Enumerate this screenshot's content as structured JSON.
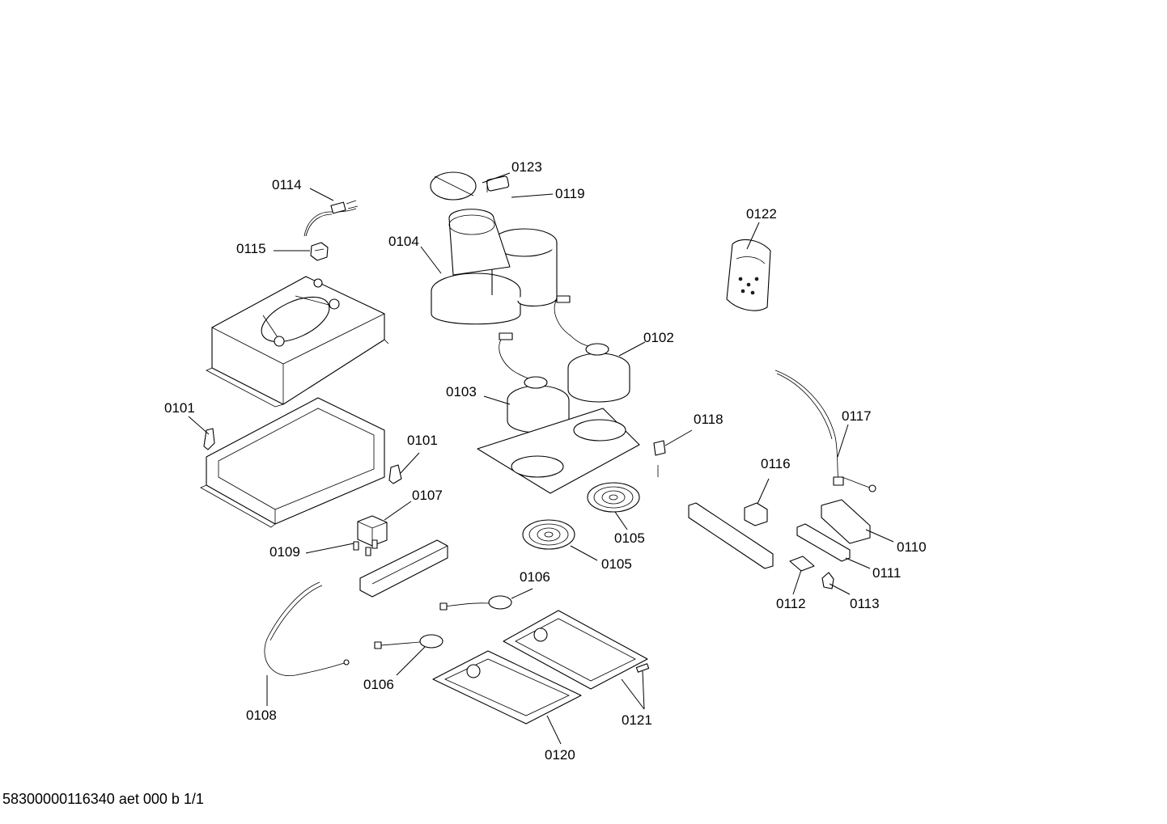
{
  "labels": {
    "p0114": "0114",
    "p0115": "0115",
    "p0123": "0123",
    "p0119": "0119",
    "p0104": "0104",
    "p0122": "0122",
    "p0102": "0102",
    "p0103": "0103",
    "p0101a": "0101",
    "p0101b": "0101",
    "p0118": "0118",
    "p0117": "0117",
    "p0107": "0107",
    "p0116": "0116",
    "p0109": "0109",
    "p0105a": "0105",
    "p0105b": "0105",
    "p0110": "0110",
    "p0111": "0111",
    "p0106a": "0106",
    "p0106b": "0106",
    "p0112": "0112",
    "p0113": "0113",
    "p0108": "0108",
    "p0121": "0121",
    "p0120": "0120"
  },
  "footer": "58300000116340 aet 000 b 1/1"
}
